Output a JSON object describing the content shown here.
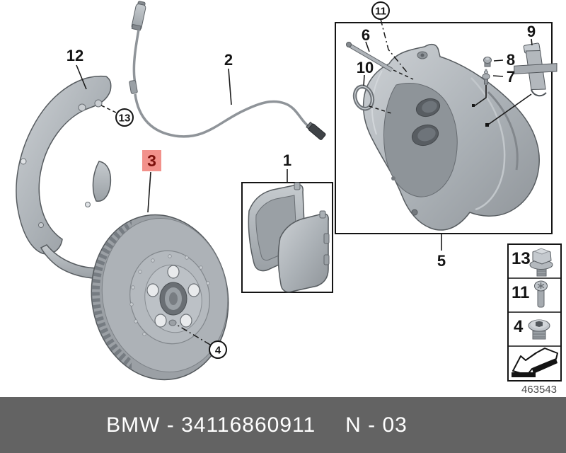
{
  "title": "BMW front brake parts diagram",
  "callouts": {
    "c1": "1",
    "c2": "2",
    "c3": "3",
    "c4": "4",
    "c5": "5",
    "c6": "6",
    "c7": "7",
    "c8": "8",
    "c9": "9",
    "c10": "10",
    "c11": "11",
    "c12": "12",
    "c13": "13"
  },
  "highlighted_part": {
    "label": "3",
    "bg_color": "#f2918b",
    "text_color": "#7c100b"
  },
  "legend": {
    "rows": [
      {
        "label": "13",
        "icon": "flange-bolt-icon"
      },
      {
        "label": "11",
        "icon": "torx-screw-icon"
      },
      {
        "label": "4",
        "icon": "screw-plug-icon"
      },
      {
        "label": "",
        "icon": "direction-arrow-icon"
      }
    ],
    "diagram_number": "463543"
  },
  "footer": {
    "part_label": "BMW - 34116860911",
    "revision_label": "N - 03",
    "bg_color": "#636363",
    "text_color": "#ffffff"
  }
}
